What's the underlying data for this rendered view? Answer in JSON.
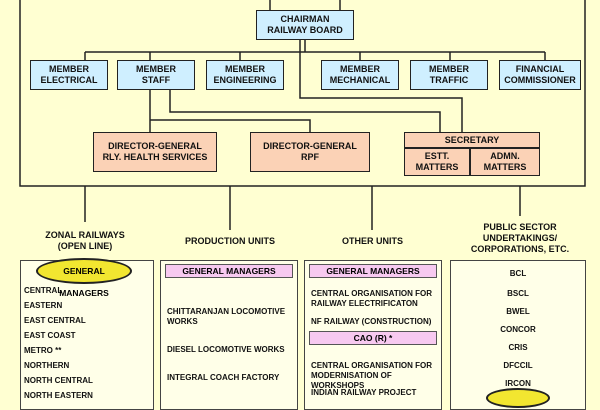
{
  "chairman": [
    "CHAIRMAN",
    "RAILWAY BOARD"
  ],
  "members": [
    [
      "MEMBER",
      "ELECTRICAL"
    ],
    [
      "MEMBER",
      "STAFF"
    ],
    [
      "MEMBER",
      "ENGINEERING"
    ],
    [
      "MEMBER",
      "MECHANICAL"
    ],
    [
      "MEMBER",
      "TRAFFIC"
    ],
    [
      "FINANCIAL",
      "COMMISSIONER"
    ]
  ],
  "director_health": [
    "DIRECTOR-GENERAL",
    "RLY. HEALTH SERVICES"
  ],
  "director_rpf": [
    "DIRECTOR-GENERAL",
    "RPF"
  ],
  "secretary": {
    "title": "SECRETARY",
    "estt": [
      "ESTT.",
      "MATTERS"
    ],
    "admn": [
      "ADMN.",
      "MATTERS"
    ]
  },
  "zonal": {
    "heading": [
      "ZONAL RAILWAYS",
      "(OPEN LINE)"
    ],
    "head_label": "GENERAL MANAGERS",
    "items": [
      "CENTRAL",
      "EASTERN",
      "EAST CENTRAL",
      "EAST COAST",
      "METRO **",
      "NORTHERN",
      "NORTH CENTRAL",
      "NORTH EASTERN"
    ]
  },
  "production": {
    "heading": "PRODUCTION UNITS",
    "head_label": "GENERAL MANAGERS",
    "items": [
      [
        "CHITTARANJAN LOCOMOTIVE",
        "WORKS"
      ],
      [
        "DIESEL LOCOMOTIVE WORKS"
      ],
      [
        "INTEGRAL COACH FACTORY"
      ]
    ]
  },
  "other": {
    "heading": "OTHER UNITS",
    "head_label": "GENERAL MANAGERS",
    "items1": [
      [
        "CENTRAL ORGANISATION FOR",
        "RAILWAY ELECTRIFICATON"
      ],
      [
        "NF RAILWAY (CONSTRUCTION)"
      ]
    ],
    "cao_label": "CAO (R) *",
    "items2": [
      [
        "CENTRAL ORGANISATION FOR",
        "MODERNISATION OF WORKSHOPS"
      ],
      [
        "INDIAN RAILWAY PROJECT"
      ]
    ]
  },
  "psu": {
    "heading": [
      "PUBLIC SECTOR",
      "UNDERTAKINGS/",
      "CORPORATIONS, ETC."
    ],
    "items": [
      "BCL",
      "BSCL",
      "BWEL",
      "CONCOR",
      "CRIS",
      "DFCCIL",
      "IRCON"
    ]
  },
  "colors": {
    "background": "#FFFFD2",
    "blue": "#CFEFFF",
    "salmon": "#FBD2B6",
    "pink": "#F7C9F0",
    "highlight": "#F2E630"
  }
}
